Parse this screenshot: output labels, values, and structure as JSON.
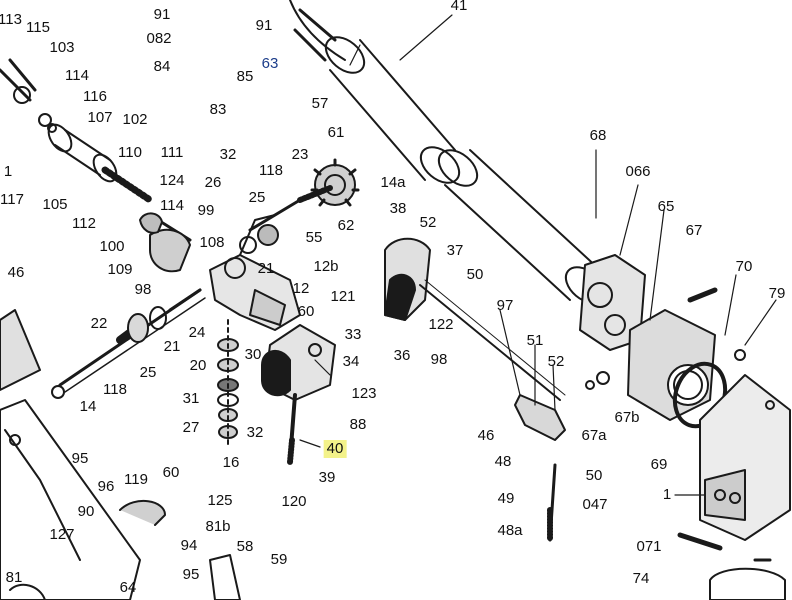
{
  "diagram": {
    "highlight_color": "#f3f28a",
    "label_color": "#111111",
    "accent_label_color": "#1c3d8a",
    "part_labels": [
      "113",
      "115",
      "103",
      "114",
      "116",
      "107",
      "102",
      "1",
      "117",
      "105",
      "110",
      "111",
      "124",
      "114",
      "112",
      "100",
      "99",
      "108",
      "109",
      "98",
      "91",
      "082",
      "91",
      "84",
      "85",
      "63",
      "83",
      "57",
      "41",
      "32",
      "118",
      "26",
      "25",
      "23",
      "61",
      "14a",
      "62",
      "38",
      "52",
      "55",
      "21",
      "12b",
      "37",
      "50",
      "121",
      "12",
      "60",
      "33",
      "34",
      "123",
      "88",
      "122",
      "36",
      "98",
      "97",
      "46",
      "22",
      "118",
      "25",
      "21",
      "24",
      "20",
      "30",
      "31",
      "27",
      "32",
      "16",
      "14",
      "40",
      "39",
      "120",
      "68",
      "066",
      "65",
      "67",
      "70",
      "79",
      "51",
      "52",
      "46",
      "48",
      "49",
      "50",
      "047",
      "48a",
      "67a",
      "67b",
      "69",
      "1",
      "071",
      "74",
      "95",
      "96",
      "119",
      "60",
      "125",
      "81b",
      "90",
      "127",
      "94",
      "58",
      "59",
      "95",
      "81",
      "64"
    ]
  }
}
